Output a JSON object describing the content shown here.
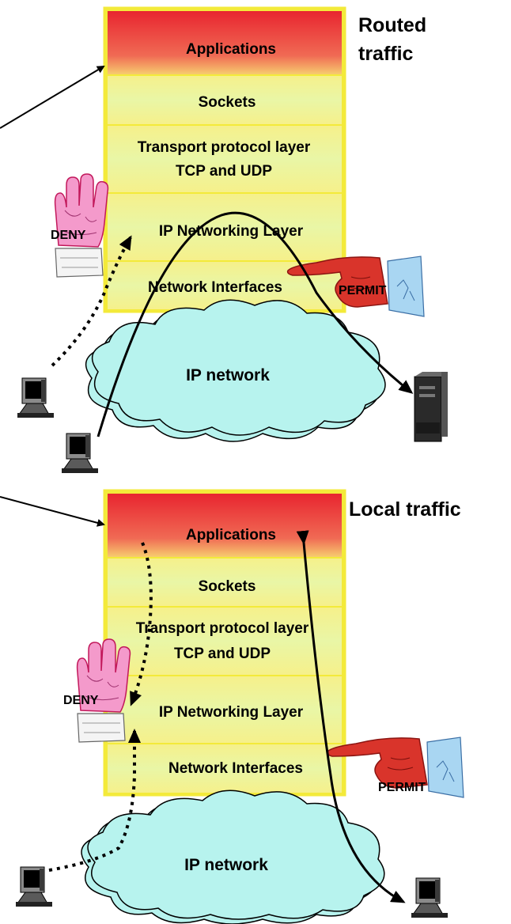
{
  "routed": {
    "heading_line1": "Routed",
    "heading_line2": "traffic",
    "layers": {
      "applications": "Applications",
      "sockets": "Sockets",
      "transport_line1": "Transport protocol layer",
      "transport_line2": "TCP and UDP",
      "ip": "IP Networking Layer",
      "interfaces": "Network Interfaces"
    },
    "deny": "DENY",
    "permit": "PERMIT",
    "network": "IP network"
  },
  "local": {
    "heading": "Local traffic",
    "layers": {
      "applications": "Applications",
      "sockets": "Sockets",
      "transport_line1": "Transport protocol layer",
      "transport_line2": "TCP and UDP",
      "ip": "IP Networking Layer",
      "interfaces": "Network Interfaces"
    },
    "deny": "DENY",
    "permit": "PERMIT",
    "network": "IP network"
  },
  "colors": {
    "applications_top": "#e8242f",
    "applications_bottom": "#f7d070",
    "layer_fill": "#e9f6a6",
    "layer_border": "#f3ea3a",
    "cloud_fill": "#b7f3ee",
    "hand_pink": "#f49acb",
    "hand_red": "#d9342b",
    "cuff_blue": "#a9d6f2"
  }
}
